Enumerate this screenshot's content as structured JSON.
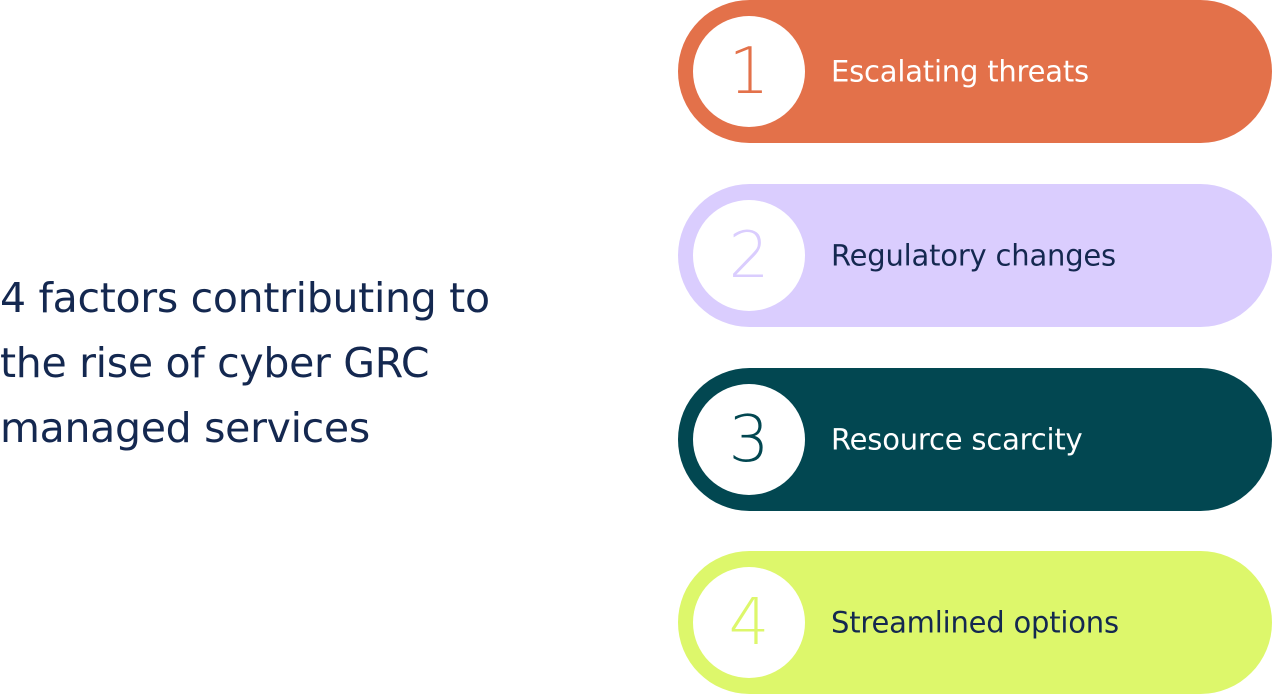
{
  "title_lines": [
    "4 factors contributing to",
    "the rise of cyber GRC",
    "managed services"
  ],
  "factors": [
    {
      "number": "1",
      "label": "Escalating threats",
      "bg": "#E3714A",
      "num_color": "#E3714A",
      "text_color": "#FFFFFF"
    },
    {
      "number": "2",
      "label": "Regulatory changes",
      "bg": "#DACDFE",
      "num_color": "#DACDFE",
      "text_color": "#142850"
    },
    {
      "number": "3",
      "label": "Resource scarcity",
      "bg": "#024751",
      "num_color": "#024751",
      "text_color": "#FFFFFF"
    },
    {
      "number": "4",
      "label": "Streamlined options",
      "bg": "#DDF76B",
      "num_color": "#DDF76B",
      "text_color": "#142850"
    }
  ]
}
